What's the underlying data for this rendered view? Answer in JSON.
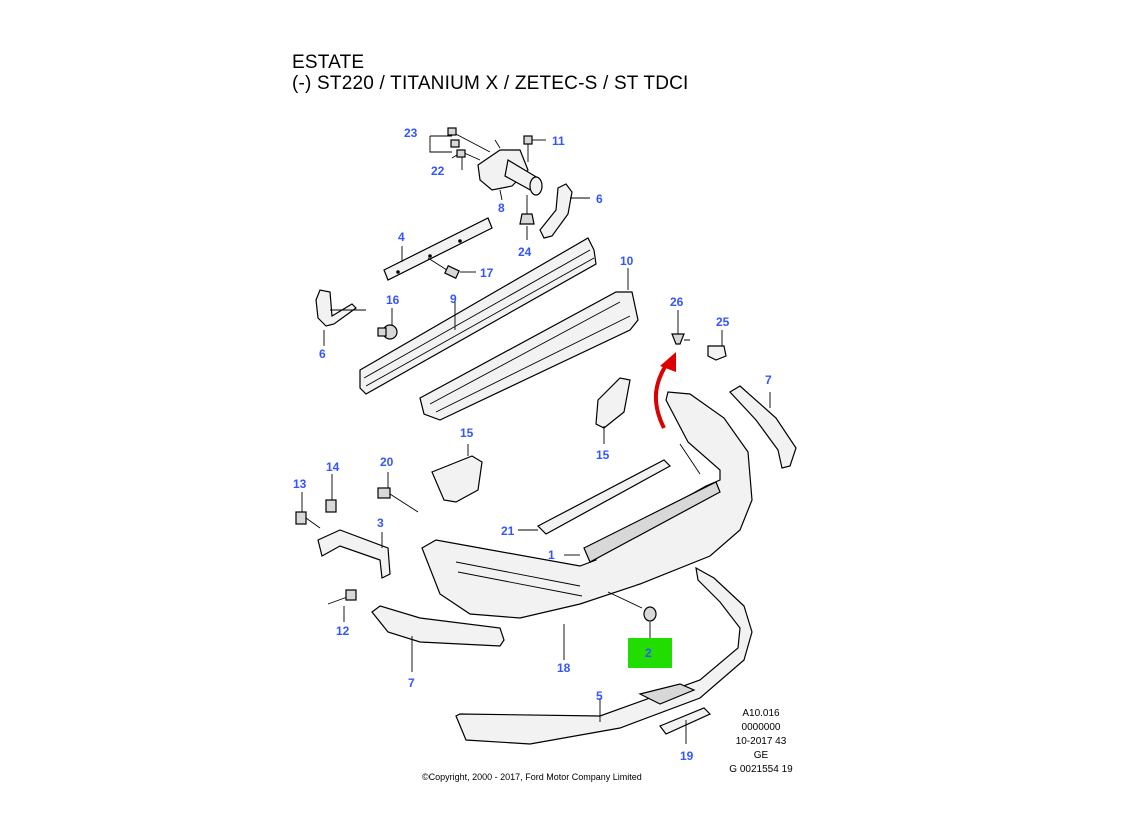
{
  "heading": {
    "line1": "ESTATE",
    "line2": "(-) ST220 / TITANIUM X / ZETEC-S / ST TDCI"
  },
  "callouts": {
    "c1": "1",
    "c2": "2",
    "c3": "3",
    "c4": "4",
    "c5": "5",
    "c6a": "6",
    "c6b": "6",
    "c7a": "7",
    "c7b": "7",
    "c8": "8",
    "c9": "9",
    "c10": "10",
    "c11": "11",
    "c12": "12",
    "c13": "13",
    "c14": "14",
    "c15a": "15",
    "c15b": "15",
    "c16": "16",
    "c17": "17",
    "c18": "18",
    "c19": "19",
    "c20": "20",
    "c21": "21",
    "c22": "22",
    "c23": "23",
    "c24": "24",
    "c25": "25",
    "c26": "26"
  },
  "highlight": {
    "callout": "2",
    "color": "#22dd00"
  },
  "arrow_color": "#dd0000",
  "callout_color": "#3355ff",
  "ref_codes": {
    "line1": "A10.016",
    "line2": "0000000",
    "line3": "10-2017 43",
    "line4": "GE",
    "line5": "G 0021554 19"
  },
  "copyright": "©Copyright, 2000 - 2017, Ford Motor Company Limited"
}
